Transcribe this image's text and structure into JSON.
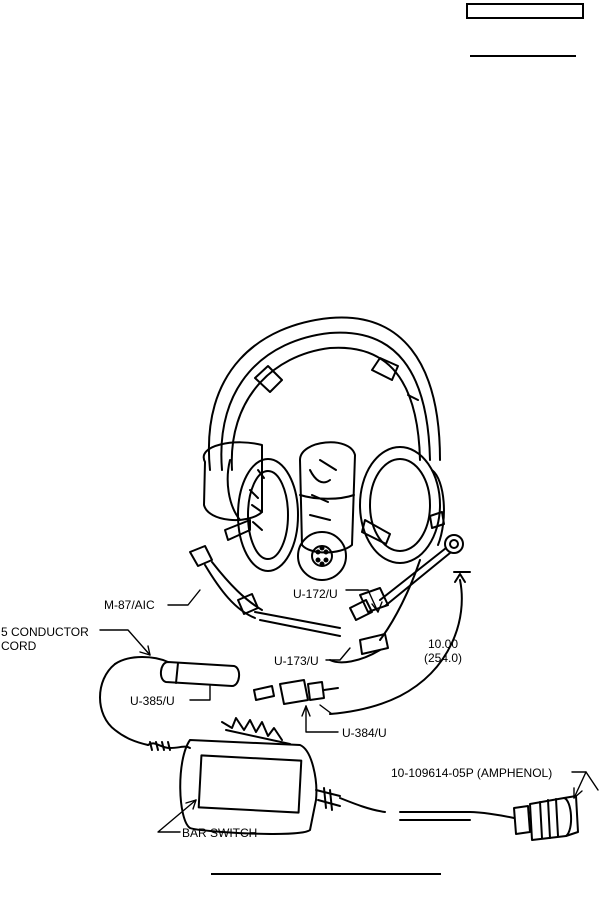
{
  "labels": {
    "m87": "M-87/AIC",
    "u172": "U-172/U",
    "u173": "U-173/U",
    "cord_line1": "5 CONDUCTOR",
    "cord_line2": "CORD",
    "u385": "U-385/U",
    "u384": "U-384/U",
    "dim_in": "10.00",
    "dim_mm": "(254.0)",
    "connector": "10-109614-05P (AMPHENOL)",
    "bar_switch": "BAR SWITCH"
  },
  "icons": [
    "headset-illustration",
    "microphone-boom",
    "plug-connector",
    "bar-switch-housing",
    "amphenol-connector"
  ]
}
